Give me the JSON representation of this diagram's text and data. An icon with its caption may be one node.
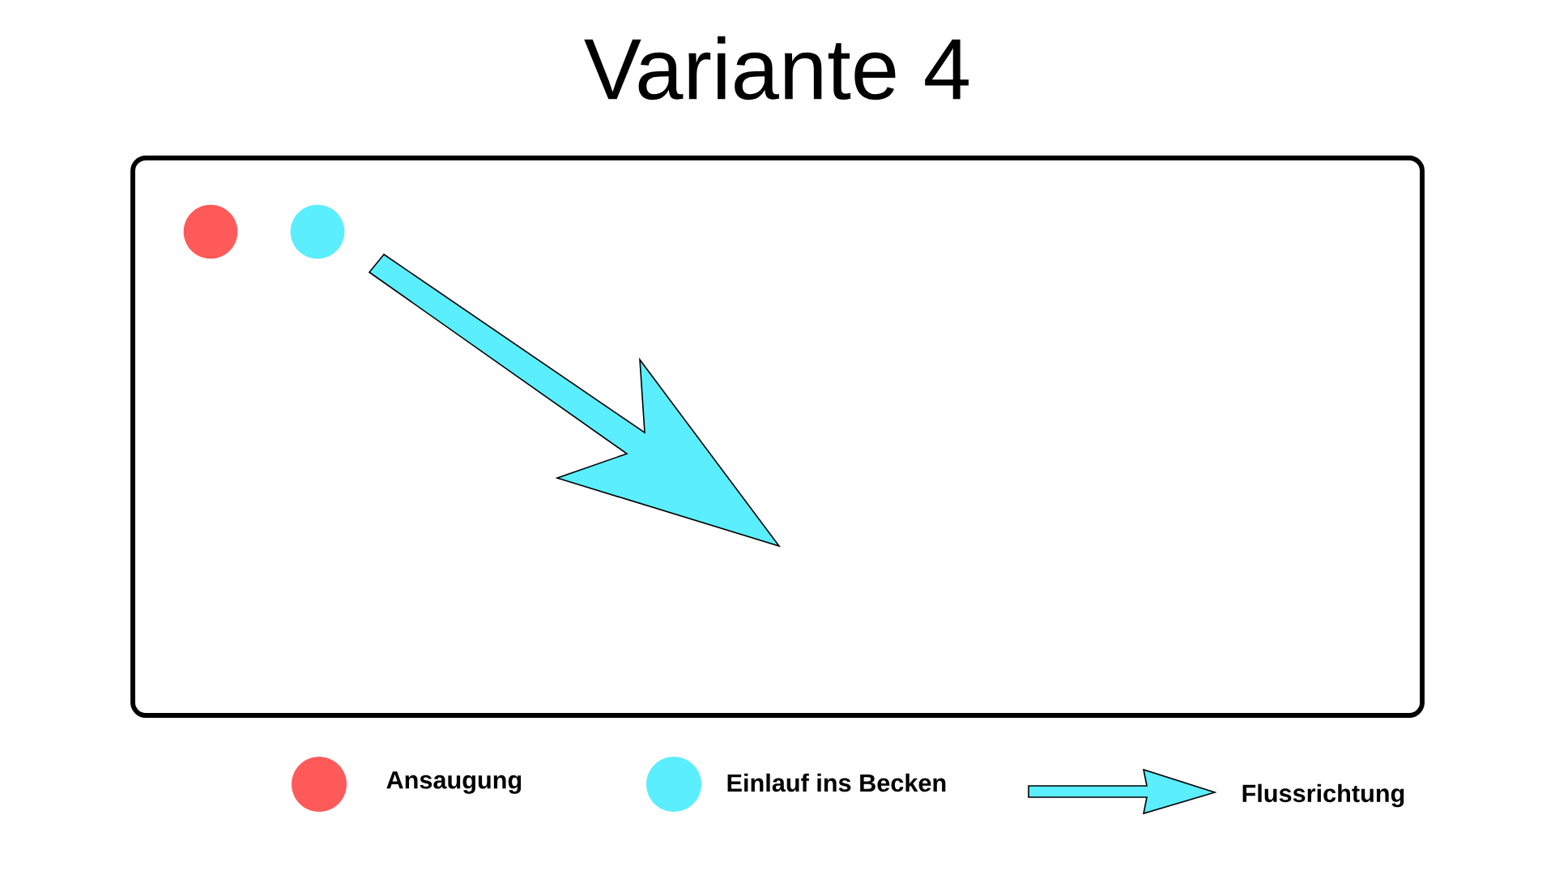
{
  "diagram": {
    "title": "Variante 4",
    "nodes": [
      {
        "text": [],
        "shape": "box"
      },
      {
        "text": [],
        "shape": "circle",
        "in": 0
      },
      {
        "text": [],
        "shape": "circle",
        "in": 0
      }
    ],
    "legend": [
      {
        "text": "Ansaugung",
        "color": "#ff5a5a"
      },
      {
        "text": "Einlauf ins Becken",
        "color": "#5aeeff"
      },
      {
        "text": "Flussrichtung"
      }
    ]
  }
}
